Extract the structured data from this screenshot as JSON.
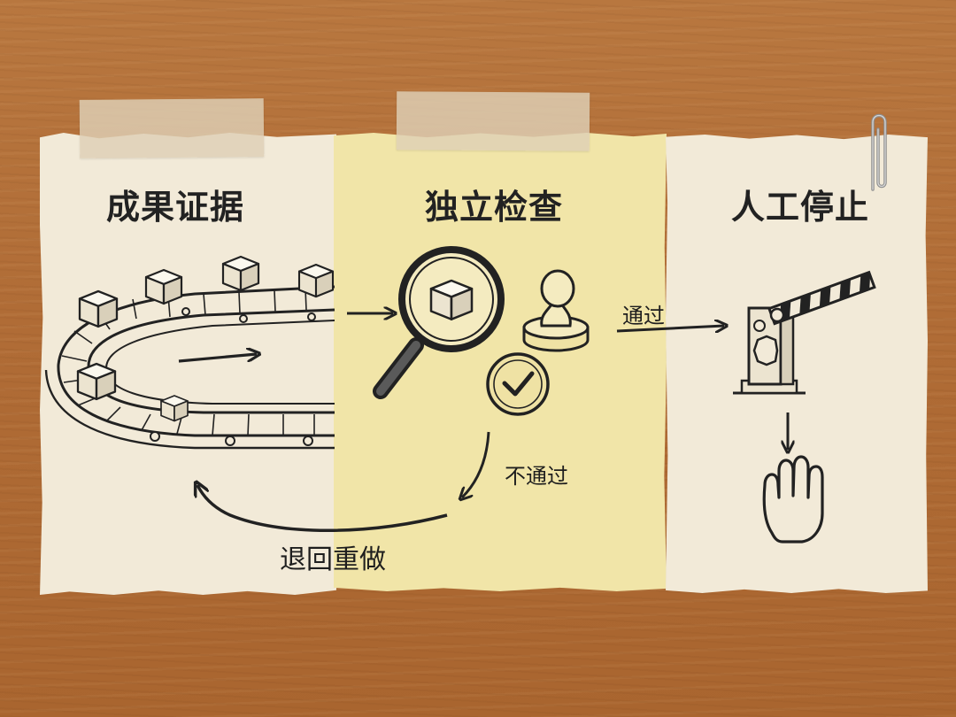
{
  "cards": {
    "evidence": {
      "title": "成果证据"
    },
    "check": {
      "title": "独立检查"
    },
    "stop": {
      "title": "人工停止"
    }
  },
  "flows": {
    "pass_label": "通过",
    "fail_label": "不通过",
    "redo_label": "退回重做"
  },
  "icons": [
    "conveyor-belt-icon",
    "box-icon",
    "magnifier-icon",
    "stamp-icon",
    "check-icon",
    "barrier-gate-icon",
    "stop-hand-icon",
    "paperclip-icon"
  ],
  "colors": {
    "desk": "#b06c36",
    "paper": "#f2ead8",
    "paper_highlight": "#f1e5a8",
    "ink": "#222222"
  }
}
